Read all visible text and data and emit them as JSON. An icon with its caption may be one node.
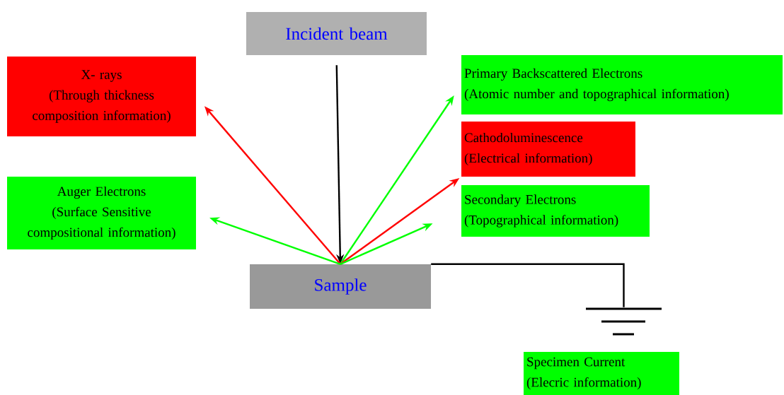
{
  "diagram": {
    "nodes": [
      {
        "text": [
          "Incident beam"
        ]
      },
      {
        "text": [
          "X- rays",
          "(Through thickness composition information)"
        ]
      },
      {
        "text": [
          "Primary Backscattered Electrons",
          "(Atomic number and topographical information)"
        ]
      },
      {
        "text": [
          "Cathodoluminescence",
          "(Electrical information)"
        ]
      },
      {
        "text": [
          "Auger Electrons",
          "(Surface Sensitive compositional information)"
        ]
      },
      {
        "text": [
          "Secondary Electrons",
          "(Topographical information)"
        ]
      },
      {
        "text": [
          "Sample"
        ]
      },
      {
        "text": [],
        "shape": "ground"
      },
      {
        "text": [
          "Specimen Current",
          "(Elecric information)"
        ]
      }
    ],
    "edges": [
      {
        "from": 0,
        "to": 6,
        "arrow": "to",
        "color": "#000000"
      },
      {
        "from": 6,
        "to": 1,
        "arrow": "to",
        "color": "#ff0000"
      },
      {
        "from": 6,
        "to": 2,
        "arrow": "to"
      },
      {
        "from": 6,
        "to": 3,
        "arrow": "to",
        "color": "#ff0000"
      },
      {
        "from": 6,
        "to": 4,
        "arrow": "to"
      },
      {
        "from": 6,
        "to": 5,
        "arrow": "to"
      },
      {
        "from": 6,
        "to": 7,
        "arrow": "none",
        "color": "#000000"
      }
    ]
  }
}
